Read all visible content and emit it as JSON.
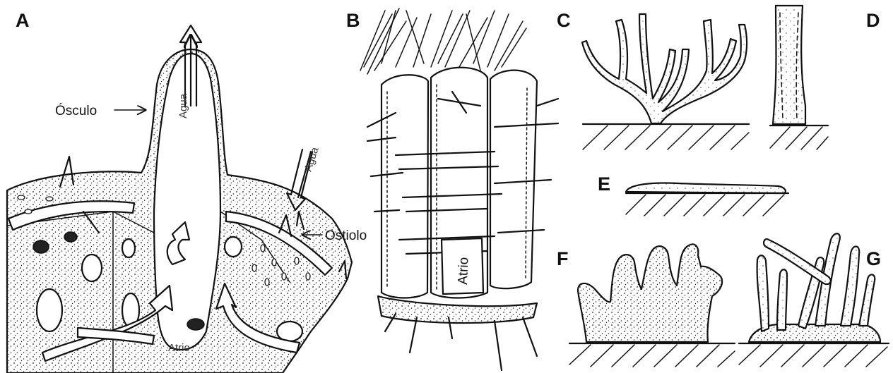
{
  "figure": {
    "panels": {
      "a": "A",
      "b": "B",
      "c": "C",
      "d": "D",
      "e": "E",
      "f": "F",
      "g": "G"
    },
    "labels": {
      "osculo": "Ósculo",
      "agua_top": "Agua",
      "agua_side": "Agua",
      "ostiolo": "Ostiolo",
      "atrio_a": "Atrio",
      "atrio_b": "Atrio"
    }
  }
}
